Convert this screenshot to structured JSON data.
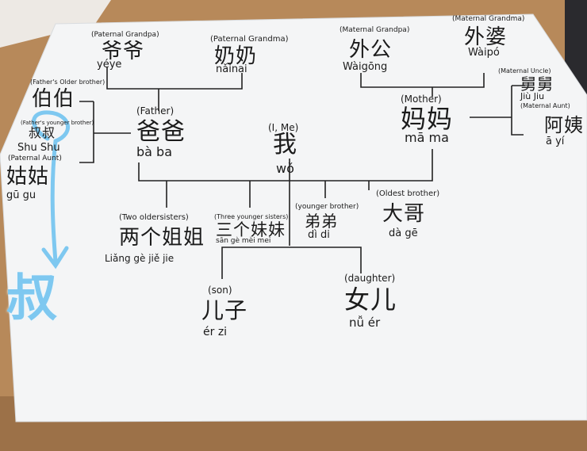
{
  "nodes": {
    "paternal_grandpa": {
      "en": "(Paternal Grandpa)",
      "zh": "爷爷",
      "py": "yéye"
    },
    "paternal_grandma": {
      "en": "(Paternal Grandma)",
      "zh": "奶奶",
      "py": "nǎinai"
    },
    "maternal_grandpa": {
      "en": "(Maternal Grandpa)",
      "zh": "外公",
      "py": "Wàigōng"
    },
    "maternal_grandma": {
      "en": "(Maternal Grandma)",
      "zh": "外婆",
      "py": "Wàipó"
    },
    "fathers_older_brother": {
      "en": "(Father's Older brother)",
      "zh": "伯伯",
      "py": ""
    },
    "fathers_younger_brother": {
      "en": "(Father's younger brother)",
      "zh": "叔叔",
      "py": "Shu Shu"
    },
    "paternal_aunt": {
      "en": "(Paternal Aunt)",
      "zh": "姑姑",
      "py": "gū gu"
    },
    "father": {
      "en": "(Father)",
      "zh": "爸爸",
      "py": "bà ba"
    },
    "me": {
      "en": "(I, Me)",
      "zh": "我",
      "py": "wǒ"
    },
    "mother": {
      "en": "(Mother)",
      "zh": "妈妈",
      "py": "mā ma"
    },
    "maternal_uncle": {
      "en": "(Maternal Uncle)",
      "zh": "舅舅",
      "py": "Jiù Jiu"
    },
    "maternal_aunt": {
      "en": "(Maternal Aunt)",
      "zh": "阿姨",
      "py": "ā yí"
    },
    "two_older_sisters": {
      "en": "(Two oldersisters)",
      "zh": "两个姐姐",
      "py": "Liǎng gè jiě jie"
    },
    "three_younger_sisters": {
      "en": "(Three younger sisters)",
      "zh": "三个妹妹",
      "py": "sān gè mèi mei"
    },
    "younger_brother": {
      "en": "(younger brother)",
      "zh": "弟弟",
      "py": "dì di"
    },
    "oldest_brother": {
      "en": "(Oldest brother)",
      "zh": "大哥",
      "py": "dà gē"
    },
    "son": {
      "en": "(son)",
      "zh": "儿子",
      "py": "ér zi"
    },
    "daughter": {
      "en": "(daughter)",
      "zh": "女儿",
      "py": "nǚ ér"
    }
  },
  "annotation": {
    "character": "叔",
    "color": "#7ec8f0"
  },
  "colors": {
    "paper": "#f4f5f6",
    "ink": "#1b1b1b",
    "table": "#b7895a",
    "annotation": "#7ec8f0"
  }
}
